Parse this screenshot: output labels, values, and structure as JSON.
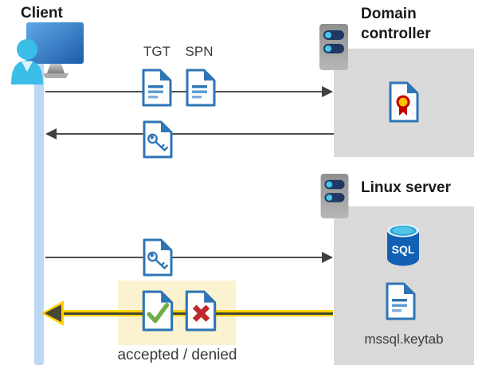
{
  "diagram": {
    "client": {
      "label": "Client"
    },
    "domain_controller": {
      "label": "Domain controller"
    },
    "linux_server": {
      "label": "Linux server",
      "sql_label": "SQL",
      "keytab_label": "mssql.keytab"
    },
    "messages": [
      {
        "name": "tgt-spn-request",
        "direction": "right",
        "labels": [
          "TGT",
          "SPN"
        ],
        "icons": [
          "tgt-document-icon",
          "spn-document-icon"
        ]
      },
      {
        "name": "ticket-reply",
        "direction": "left",
        "icons": [
          "key-document-icon"
        ]
      },
      {
        "name": "ticket-to-linux-server",
        "direction": "right",
        "icons": [
          "key-document-icon"
        ]
      },
      {
        "name": "auth-result",
        "direction": "left",
        "highlighted": true,
        "caption": "accepted / denied",
        "icons": [
          "accepted-document-icon",
          "denied-document-icon"
        ]
      }
    ],
    "colors": {
      "doc_blue": "#2E75B6",
      "doc_line_light": "#7FAFDD",
      "box_gray": "#D9D9D9",
      "highlight_yellow": "#FBF3CF",
      "arrow_yellow": "#FFD100",
      "arrow_gray": "#4D4D4D",
      "check_green": "#70AD47",
      "cross_red": "#C0282D",
      "cert_gold": "#FFC000",
      "cert_red": "#C00000",
      "sql_body_blue": "#1160B4",
      "sql_top_cyan": "#53C6E8",
      "server_pill_navy": "#1F3864",
      "server_dot_cyan": "#45C8EE",
      "client_cyan": "#3ABEE8",
      "timeline_blue": "#BDD8F5"
    }
  }
}
